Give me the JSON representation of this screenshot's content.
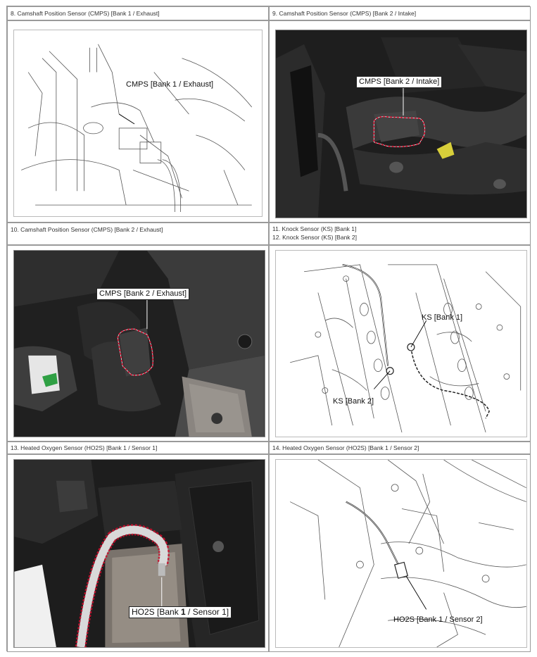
{
  "cells": [
    {
      "id": "8",
      "heading": "8. Camshaft Position Sensor (CMPS) [Bank 1 / Exhaust]",
      "label": "CMPS [Bank 1 / Exhaust]"
    },
    {
      "id": "9",
      "heading": "9. Camshaft Position Sensor (CMPS) [Bank 2 / Intake]",
      "label": "CMPS [Bank 2 / Intake]"
    },
    {
      "id": "10",
      "heading": "10. Camshaft Position Sensor (CMPS) [Bank 2 / Exhaust]",
      "label": "CMPS [Bank 2 / Exhaust]"
    },
    {
      "id": "11",
      "heading": "11. Knock Sensor (KS) [Bank 1]",
      "heading2": "12. Knock Sensor (KS) [Bank 2]",
      "label": "KS [Bank 1]",
      "label2": "KS [Bank 2]"
    },
    {
      "id": "13",
      "heading": "13. Heated Oxygen Sensor (HO2S) [Bank 1 / Sensor 1]",
      "label_a": "HO2S [Bank ",
      "label_b": "1",
      "label_c": " / Sensor 1]"
    },
    {
      "id": "14",
      "heading": "14. Heated Oxygen Sensor (HO2S) [Bank 1 / Sensor 2]",
      "label": "HO2S [Bank 1 / Sensor 2]"
    }
  ]
}
